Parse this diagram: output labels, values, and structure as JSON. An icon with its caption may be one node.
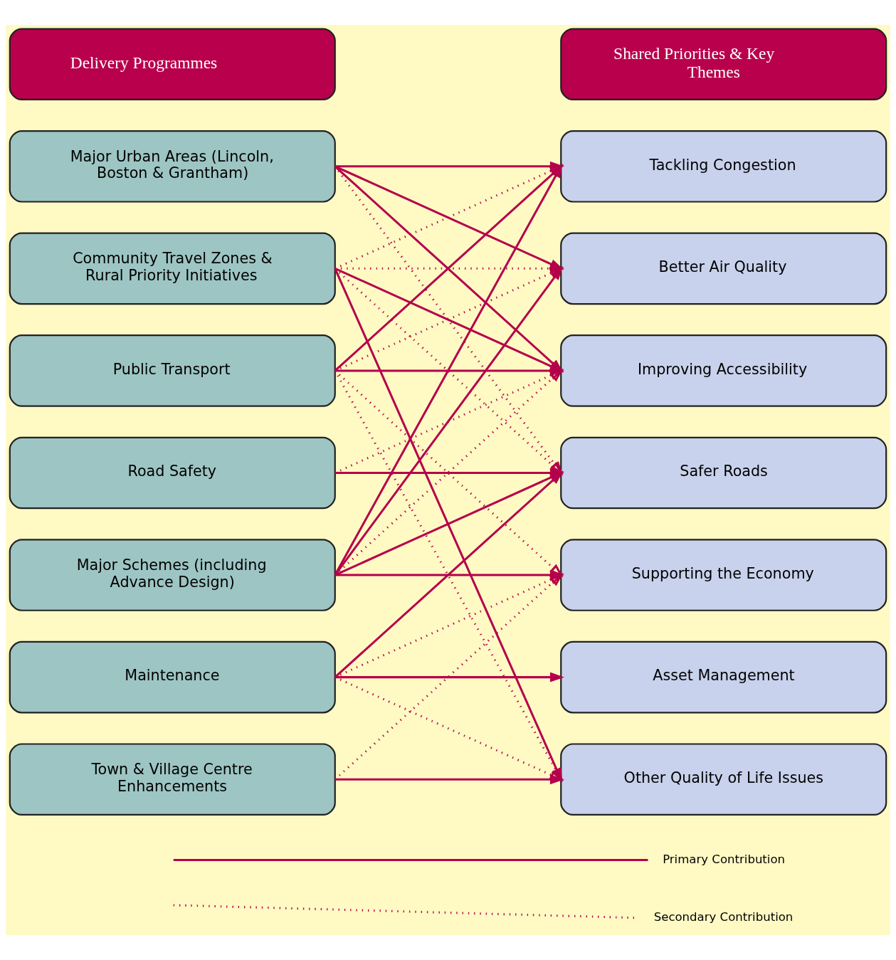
{
  "diagram": {
    "nodes": [
      {
        "text": [
          "Delivery Programmes"
        ]
      },
      {
        "text": [
          "Major Urban Areas (Lincoln, Boston & Grantham)"
        ]
      },
      {
        "text": [
          "Community Travel Zones & Rural Priority Initiatives"
        ]
      },
      {
        "text": [
          "Public Transport"
        ]
      },
      {
        "text": [
          "Road Safety"
        ]
      },
      {
        "text": [
          "Major Schemes (including Advance Design)"
        ]
      },
      {
        "text": [
          "Maintenance"
        ]
      },
      {
        "text": [
          "Town & Village Centre Enhancements"
        ]
      },
      {
        "text": [
          "Shared Priorities & Key Themes"
        ]
      },
      {
        "text": [
          "Tackling Congestion"
        ]
      },
      {
        "text": [
          "Better Air Quality"
        ]
      },
      {
        "text": [
          "Improving Accessibility"
        ]
      },
      {
        "text": [
          "Safer Roads"
        ]
      },
      {
        "text": [
          "Supporting the Economy"
        ]
      },
      {
        "text": [
          "Asset Management"
        ]
      },
      {
        "text": [
          "Other Quality of Life Issues"
        ]
      }
    ],
    "edges": [
      {
        "from": 1,
        "to": 9,
        "arrow": "to"
      },
      {
        "from": 1,
        "to": 10,
        "arrow": "to"
      },
      {
        "from": 1,
        "to": 11,
        "arrow": "to"
      },
      {
        "from": 1,
        "to": 12,
        "arrow": "to",
        "style": "dashed"
      },
      {
        "from": 2,
        "to": 9,
        "arrow": "to",
        "style": "dashed"
      },
      {
        "from": 2,
        "to": 10,
        "arrow": "to",
        "style": "dashed"
      },
      {
        "from": 2,
        "to": 11,
        "arrow": "to"
      },
      {
        "from": 2,
        "to": 12,
        "arrow": "to",
        "style": "dashed"
      },
      {
        "from": 2,
        "to": 15,
        "arrow": "to"
      },
      {
        "from": 3,
        "to": 9,
        "arrow": "to"
      },
      {
        "from": 3,
        "to": 10,
        "arrow": "to",
        "style": "dashed"
      },
      {
        "from": 3,
        "to": 11,
        "arrow": "to"
      },
      {
        "from": 3,
        "to": 13,
        "arrow": "to",
        "style": "dashed"
      },
      {
        "from": 3,
        "to": 15,
        "arrow": "to",
        "style": "dashed"
      },
      {
        "from": 4,
        "to": 11,
        "arrow": "to",
        "style": "dashed"
      },
      {
        "from": 4,
        "to": 12,
        "arrow": "to"
      },
      {
        "from": 5,
        "to": 9,
        "arrow": "to"
      },
      {
        "from": 5,
        "to": 10,
        "arrow": "to"
      },
      {
        "from": 5,
        "to": 11,
        "arrow": "to",
        "style": "dashed"
      },
      {
        "from": 5,
        "to": 12,
        "arrow": "to"
      },
      {
        "from": 5,
        "to": 13,
        "arrow": "to"
      },
      {
        "from": 6,
        "to": 12,
        "arrow": "to"
      },
      {
        "from": 6,
        "to": 13,
        "arrow": "to",
        "style": "dashed"
      },
      {
        "from": 6,
        "to": 14,
        "arrow": "to"
      },
      {
        "from": 6,
        "to": 15,
        "arrow": "to",
        "style": "dashed"
      },
      {
        "from": 7,
        "to": 13,
        "arrow": "to",
        "style": "dashed"
      },
      {
        "from": 7,
        "to": 15,
        "arrow": "to"
      }
    ],
    "legend": [
      {
        "text": "Primary Contribution"
      },
      {
        "text": "Secondary Contribution"
      }
    ]
  }
}
